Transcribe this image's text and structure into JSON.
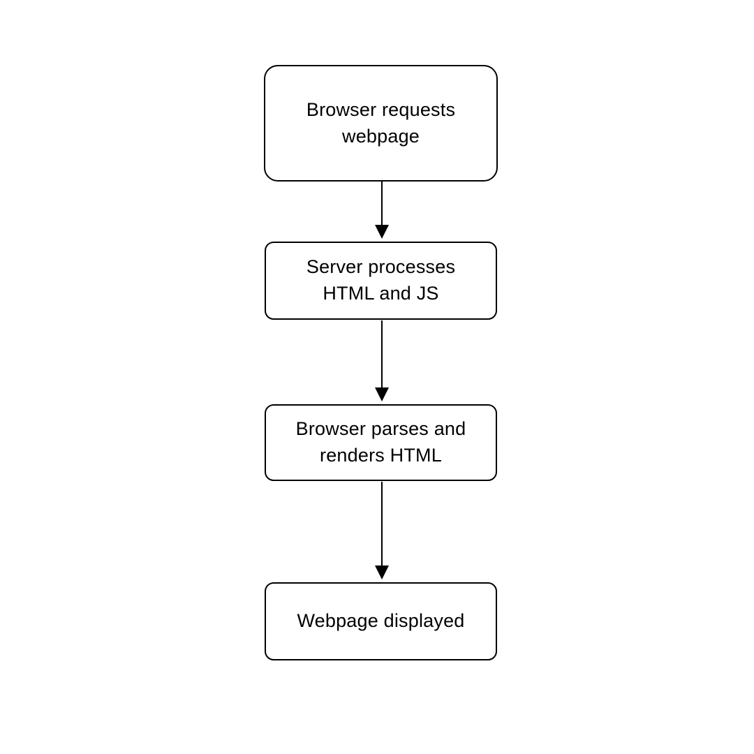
{
  "diagram": {
    "type": "flowchart",
    "direction": "top-to-bottom",
    "nodes": [
      {
        "id": "node-1",
        "shape": "rounded-rectangle",
        "label": "Browser requests\nwebpage"
      },
      {
        "id": "node-2",
        "shape": "rounded-rectangle",
        "label": "Server processes\nHTML and JS"
      },
      {
        "id": "node-3",
        "shape": "rounded-rectangle",
        "label": "Browser parses and\nrenders HTML"
      },
      {
        "id": "node-4",
        "shape": "rounded-rectangle",
        "label": "Webpage displayed"
      }
    ],
    "edges": [
      {
        "from": "node-1",
        "to": "node-2",
        "style": "solid-arrow-down"
      },
      {
        "from": "node-2",
        "to": "node-3",
        "style": "solid-arrow-down"
      },
      {
        "from": "node-3",
        "to": "node-4",
        "style": "solid-arrow-down"
      }
    ],
    "colors": {
      "background": "#ffffff",
      "node_fill": "#ffffff",
      "node_border": "#000000",
      "text": "#000000",
      "arrow": "#000000"
    }
  }
}
